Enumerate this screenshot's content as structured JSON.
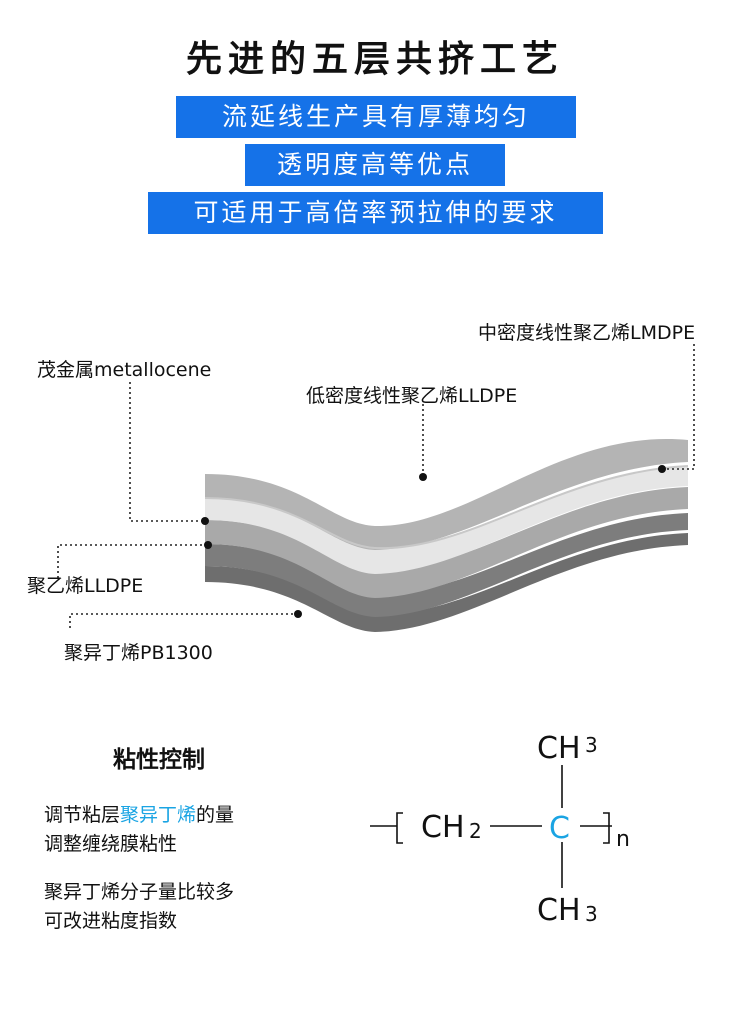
{
  "title": "先进的五层共挤工艺",
  "banners": [
    "流延线生产具有厚薄均匀",
    "透明度高等优点",
    "可适用于高倍率预拉伸的要求"
  ],
  "layer_labels": {
    "metallocene": "茂金属metallocene",
    "lldpe_low": "低密度线性聚乙烯LLDPE",
    "lmdpe": "中密度线性聚乙烯LMDPE",
    "lldpe": "聚乙烯LLDPE",
    "pb": "聚异丁烯PB1300"
  },
  "viscosity": {
    "heading": "粘性控制",
    "p1_pre": "调节粘层",
    "p1_hl": "聚异丁烯",
    "p1_post": "的量",
    "p1_line2": "调整缠绕膜粘性",
    "p2_line1": "聚异丁烯分子量比较多",
    "p2_line2": "可改进粘度指数"
  },
  "formula": {
    "top": "CH",
    "top_sub": "3",
    "ch": "CH",
    "ch_sub": "2",
    "center": "C",
    "bottom": "CH",
    "bottom_sub": "3",
    "n": "n"
  },
  "colors": {
    "banner": "#1572e8",
    "highlight": "#1aa4e3"
  }
}
